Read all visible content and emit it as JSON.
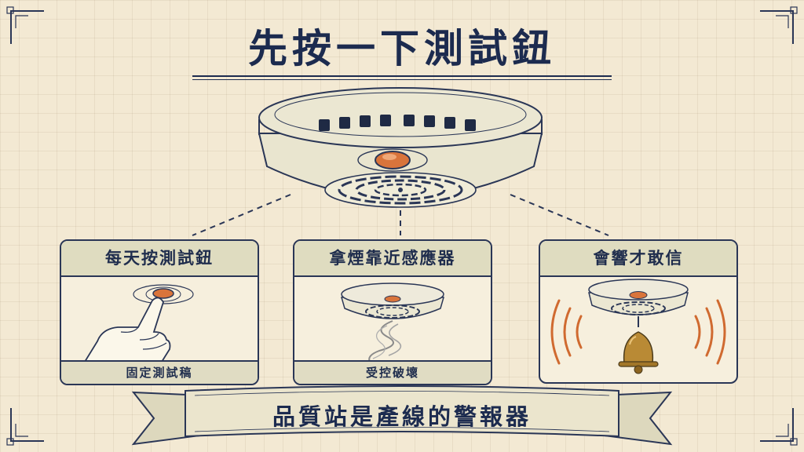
{
  "title": "先按一下測試鈕",
  "panels": [
    {
      "heading": "每天按測試鈕",
      "footer": "固定測試稿"
    },
    {
      "heading": "拿煙靠近感應器",
      "footer": "受控破壞"
    },
    {
      "heading": "會響才敢信",
      "footer": ""
    }
  ],
  "banner": "品質站是產線的警報器",
  "colors": {
    "ink": "#1c2b4f",
    "paper": "#f3e9d3",
    "button": "#d9743b",
    "sound": "#d06a30",
    "bell": "#b98a35"
  }
}
